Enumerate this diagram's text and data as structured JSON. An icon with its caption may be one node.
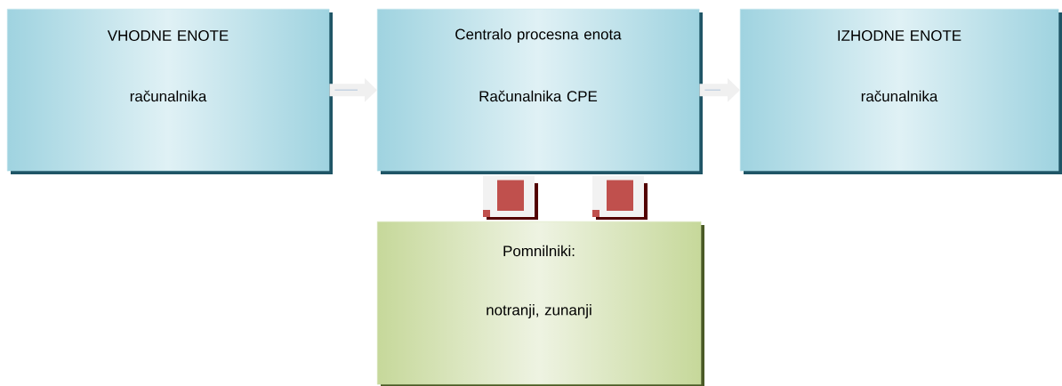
{
  "diagram": {
    "nodes": [
      {
        "text": [
          "VHODNE ENOTE",
          "računalnika"
        ]
      },
      {
        "text": [
          "Centralo procesna enota",
          "Računalnika CPE"
        ]
      },
      {
        "text": [
          "IZHODNE ENOTE",
          "računalnika"
        ]
      },
      {
        "text": [
          "Pomnilniki:",
          "notranji, zunanji"
        ]
      }
    ],
    "edges": [
      {
        "from": 0,
        "to": 1,
        "arrow": "to"
      },
      {
        "from": 1,
        "to": 2,
        "arrow": "to"
      },
      {
        "from": 1,
        "to": 3,
        "arrow": "other",
        "style": "thick",
        "color": "#c0504d"
      },
      {
        "from": 3,
        "to": 1,
        "arrow": "other",
        "style": "thick",
        "color": "#c0504d"
      }
    ]
  }
}
